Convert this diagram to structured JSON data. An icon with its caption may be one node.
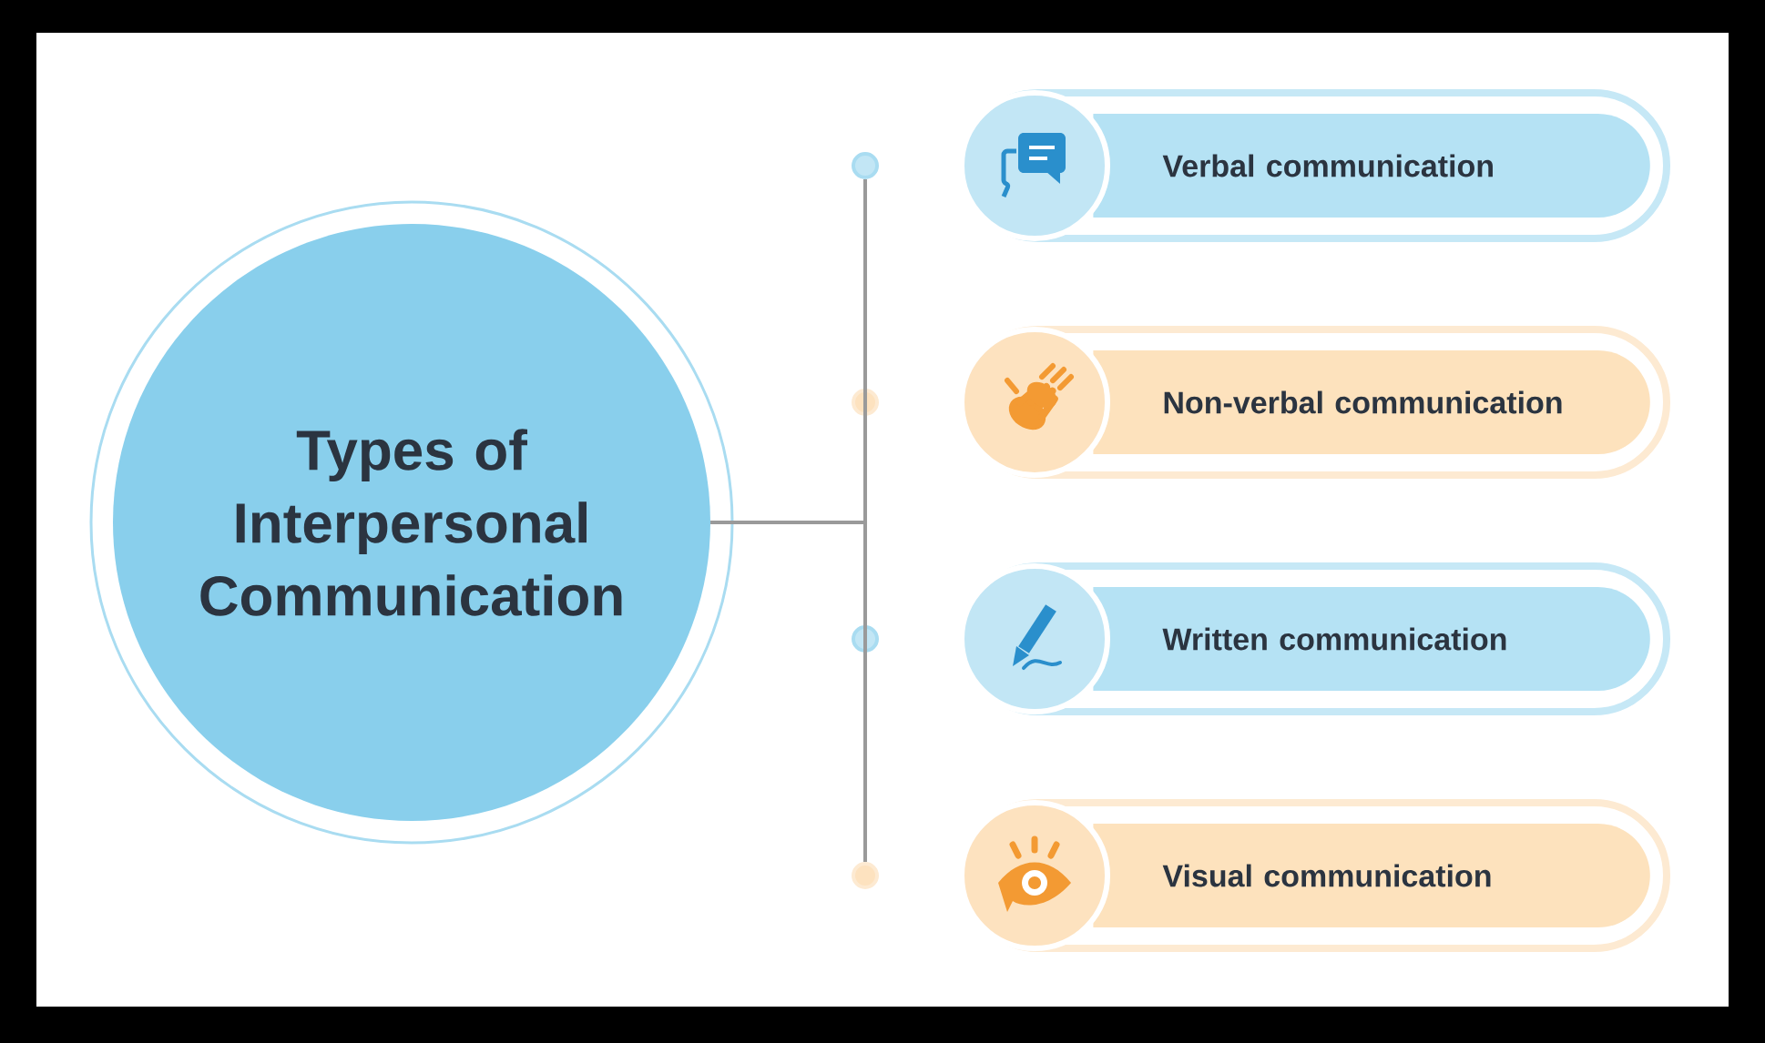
{
  "diagram": {
    "nodes": [
      {
        "text": [
          "Types of Interpersonal Communication"
        ]
      },
      {
        "text": [],
        "shape": "circle"
      },
      {
        "text": [],
        "shape": "circle"
      },
      {
        "text": [],
        "shape": "circle"
      },
      {
        "text": [],
        "shape": "circle"
      },
      {
        "text": [
          "Verbal communication"
        ]
      },
      {
        "text": [
          "Non-verbal communication"
        ]
      },
      {
        "text": [
          "Written communication"
        ]
      },
      {
        "text": [
          "Visual communication"
        ]
      }
    ],
    "edges": [
      {
        "from": 0,
        "to": 1,
        "arrow": "none"
      },
      {
        "from": 0,
        "to": 2,
        "arrow": "none"
      },
      {
        "from": 0,
        "to": 3,
        "arrow": "none"
      },
      {
        "from": 0,
        "to": 4,
        "arrow": "none"
      }
    ]
  }
}
